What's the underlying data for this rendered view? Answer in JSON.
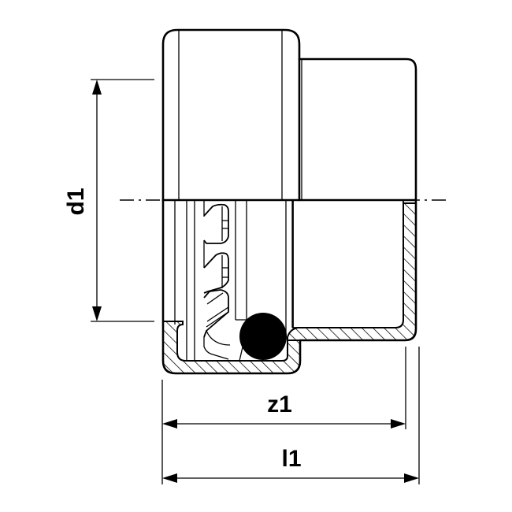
{
  "drawing": {
    "type": "technical-section-drawing",
    "subject": "push-fit pipe fitting with o-ring and grip ring",
    "colors": {
      "line": "#000000",
      "background": "#ffffff"
    }
  },
  "dimensions": {
    "d1": {
      "label": "d1",
      "orientation": "vertical"
    },
    "z1": {
      "label": "z1",
      "orientation": "horizontal"
    },
    "l1": {
      "label": "l1",
      "orientation": "horizontal"
    }
  },
  "centerline": {
    "style": "dash-dot"
  }
}
